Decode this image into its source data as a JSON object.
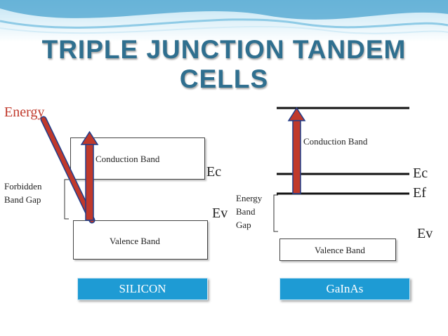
{
  "title": "TRIPLE JUNCTION TANDEM CELLS",
  "silicon": {
    "energy_label": "Energy",
    "conduction_band": "Conduction Band",
    "valence_band": "Valence Band",
    "forbidden_gap_line1": "Forbidden",
    "forbidden_gap_line2": "Band Gap",
    "ec": "Ec",
    "ev": "Ev",
    "material": "SILICON"
  },
  "gainas": {
    "conduction_band": "Conduction Band",
    "valence_band": "Valence Band",
    "gap_line1": "Energy",
    "gap_line2": "Band",
    "gap_line3": "Gap",
    "ec": "Ec",
    "ef": "Ef",
    "ev": "Ev",
    "material": "GaInAs"
  },
  "colors": {
    "banner": "#4aa3cf",
    "title": "#2f6f8f",
    "arrow_fill": "#c0392b",
    "arrow_edge": "#1f3d8a",
    "material_button": "#1e9bd4",
    "energy_label": "#c0392b"
  }
}
